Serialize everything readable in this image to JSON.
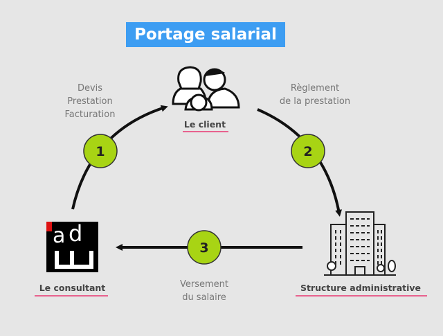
{
  "title": "Portage salarial",
  "steps": [
    {
      "number": "1",
      "text": [
        "Devis",
        "Prestation",
        "Facturation"
      ]
    },
    {
      "number": "2",
      "text": [
        "Règlement",
        "de la prestation"
      ]
    },
    {
      "number": "3",
      "text": [
        "Versement",
        "du salaire"
      ]
    }
  ],
  "nodes": {
    "client": "Le client",
    "structure": "Structure administrative",
    "consultant": "Le consultant"
  },
  "logo_text": "adw",
  "colors": {
    "title_bg": "#3d9df2",
    "step_circle": "#a8d414",
    "underline": "#e8628e",
    "background": "#e6e6e6"
  }
}
